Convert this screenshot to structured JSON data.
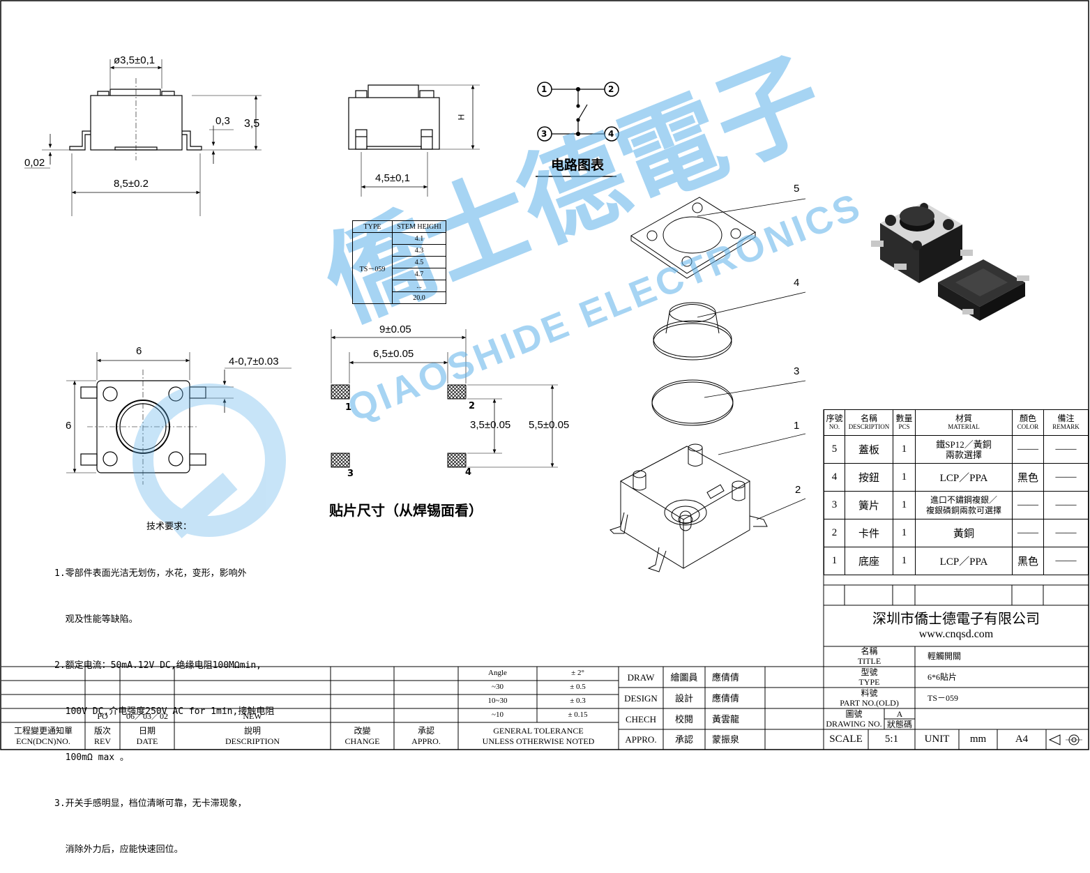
{
  "drawing": {
    "dims": {
      "d_dia": "ø3,5±0,1",
      "d_03": "0,3",
      "d_35": "3,5",
      "d_002": "0,02",
      "d_85": "8,5±0.2",
      "d_45": "4,5±0,1",
      "d_h": "H",
      "d_6w": "6",
      "d_6h": "6",
      "d_pin": "4-0,7±0.03",
      "d_9": "9±0.05",
      "d_65": "6,5±0.05",
      "d_35p": "3,5±0.05",
      "d_55": "5,5±0.05"
    },
    "pins": [
      "1",
      "2",
      "3",
      "4"
    ],
    "circuit_title": "电路图表",
    "pad_title": "贴片尺寸（从焊锡面看）",
    "parts_callouts": [
      "5",
      "4",
      "3",
      "1",
      "2"
    ],
    "stem_table": {
      "header": [
        "TYPE",
        "STEM HEIGHI"
      ],
      "type": "TS－059",
      "heights": [
        "4.1",
        "4.3",
        "4.5",
        "4.7",
        "...",
        "20.0"
      ]
    },
    "requirements": {
      "title": "技术要求：",
      "lines": [
        "1.零部件表面光洁无划伤，水花，变形，影响外",
        "  观及性能等缺陷。",
        "2.额定电流：50mA.12V DC,绝缘电阻100MΩmin,",
        "  100V DC,介电强度250V AC for 1min,接触电阻",
        "  100mΩ max 。",
        "3.开关手感明显，档位清晰可靠，无卡滞现象，",
        "  消除外力后，应能快速回位。"
      ]
    }
  },
  "watermark": {
    "cn": "僑士德電子",
    "en": "QIAOSHIDE ELECTRONICS"
  },
  "bom": {
    "headers": [
      {
        "cn": "序號",
        "en": "NO."
      },
      {
        "cn": "名稱",
        "en": "DESCRIPTION"
      },
      {
        "cn": "數量",
        "en": "PCS"
      },
      {
        "cn": "材質",
        "en": "MATERIAL"
      },
      {
        "cn": "顏色",
        "en": "COLOR"
      },
      {
        "cn": "備注",
        "en": "REMARK"
      }
    ],
    "rows": [
      {
        "no": "5",
        "name": "蓋板",
        "pcs": "1",
        "material": "鐵SP12／黃銅\n兩款選擇",
        "color": "——",
        "remark": "——"
      },
      {
        "no": "4",
        "name": "按鈕",
        "pcs": "1",
        "material": "LCP／PPA",
        "color": "黑色",
        "remark": "——"
      },
      {
        "no": "3",
        "name": "簧片",
        "pcs": "1",
        "material": "進口不鏽鋼複銀／\n複銀磷銅兩款可選擇",
        "color": "——",
        "remark": "——"
      },
      {
        "no": "2",
        "name": "卡件",
        "pcs": "1",
        "material": "黃銅",
        "color": "——",
        "remark": "——"
      },
      {
        "no": "1",
        "name": "底座",
        "pcs": "1",
        "material": "LCP／PPA",
        "color": "黑色",
        "remark": "——"
      }
    ]
  },
  "company": {
    "name": "深圳市僑士德電子有限公司",
    "url": "www.cnqsd.com"
  },
  "title_block": {
    "title_label_cn": "名稱",
    "title_label_en": "TITLE",
    "title_value": "輕觸開關",
    "type_label_cn": "型號",
    "type_label_en": "TYPE",
    "type_value": "6*6貼片",
    "part_label_cn": "料號",
    "part_label_en": "PART NO.(OLD)",
    "part_value": "TS－059",
    "drawing_label_cn": "圖號",
    "drawing_label_en": "DRAWING NO.",
    "state_value": "A",
    "state_label": "狀態碼",
    "scale_label": "SCALE",
    "scale_value": "5:1",
    "unit_label": "UNIT",
    "unit_value": "mm",
    "paper": "A4"
  },
  "approvals": [
    {
      "en": "DRAW",
      "cn": "繪圖員",
      "name": "應倩倩"
    },
    {
      "en": "DESIGN",
      "cn": "設計",
      "name": "應倩倩"
    },
    {
      "en": "CHECH",
      "cn": "校閱",
      "name": "黃雲龍"
    },
    {
      "en": "APPRO.",
      "cn": "承認",
      "name": "蒙振泉"
    }
  ],
  "tolerance": {
    "rows": [
      {
        "range": "Angle",
        "tol": "± 2°"
      },
      {
        "range": "~30",
        "tol": "± 0.5"
      },
      {
        "range": "10~30",
        "tol": "± 0.3"
      },
      {
        "range": "~10",
        "tol": "± 0.15"
      }
    ],
    "footer_line1": "GENERAL TOLERANCE",
    "footer_line2": "UNLESS OTHERWISE NOTED"
  },
  "revision": {
    "entry": {
      "rev": "PO",
      "date": "06／03／02",
      "description": "NEW"
    },
    "headers": [
      {
        "cn": "工程變更通知單",
        "en": "ECN(DCN)NO."
      },
      {
        "cn": "版次",
        "en": "REV"
      },
      {
        "cn": "日期",
        "en": "DATE"
      },
      {
        "cn": "說明",
        "en": "DESCRIPTION"
      },
      {
        "cn": "改變",
        "en": "CHANGE"
      },
      {
        "cn": "承認",
        "en": "APPRO."
      }
    ]
  }
}
